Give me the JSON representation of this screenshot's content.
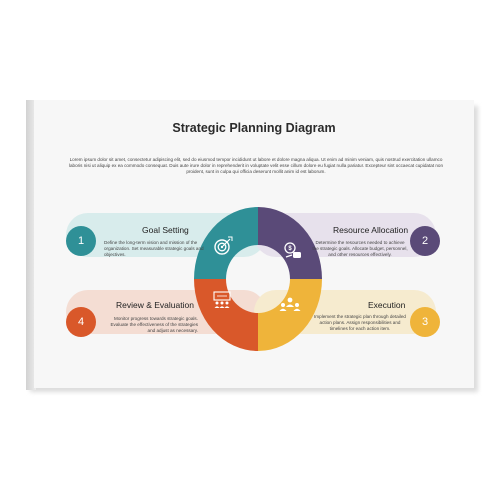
{
  "title": "Strategic Planning Diagram",
  "intro": "Lorem ipsum dolor sit amet, consectetur adipiscing elit, sed do eiusmod tempor incididunt ut labore et dolore magna aliqua. Ut enim ad minim veniam, quis nostrud exercitation ullamco laboris nisi ut aliquip ex ea commodo consequat. Duis aute irure dolor in reprehenderit in voluptate velit esse cillum dolore eu fugiat nulla pariatur. Excepteur sint occaecat cupidatat non proident, sunt in culpa qui officia deserunt mollit anim id est laborum.",
  "steps": [
    {
      "number": "1",
      "heading": "Goal Setting",
      "description": "Define the long-term vision and mission of the organization. Set measurable strategic goals and objectives.",
      "icon": "target-icon",
      "color": "#2f9097"
    },
    {
      "number": "2",
      "heading": "Resource Allocation",
      "description": "Determine the resources needed to achieve the strategic goals. Allocate budget, personnel, and other resources effectively.",
      "icon": "money-icon",
      "color": "#5a4a78"
    },
    {
      "number": "3",
      "heading": "Execution",
      "description": "Implement the strategic plan through detailed action plans. Assign responsibilities and timelines for each action item.",
      "icon": "team-icon",
      "color": "#efb43a"
    },
    {
      "number": "4",
      "heading": "Review & Evaluation",
      "description": "Monitor progress towards strategic goals. Evaluate the effectiveness of the strategies and adjust as necessary.",
      "icon": "presentation-icon",
      "color": "#d9582a"
    }
  ]
}
